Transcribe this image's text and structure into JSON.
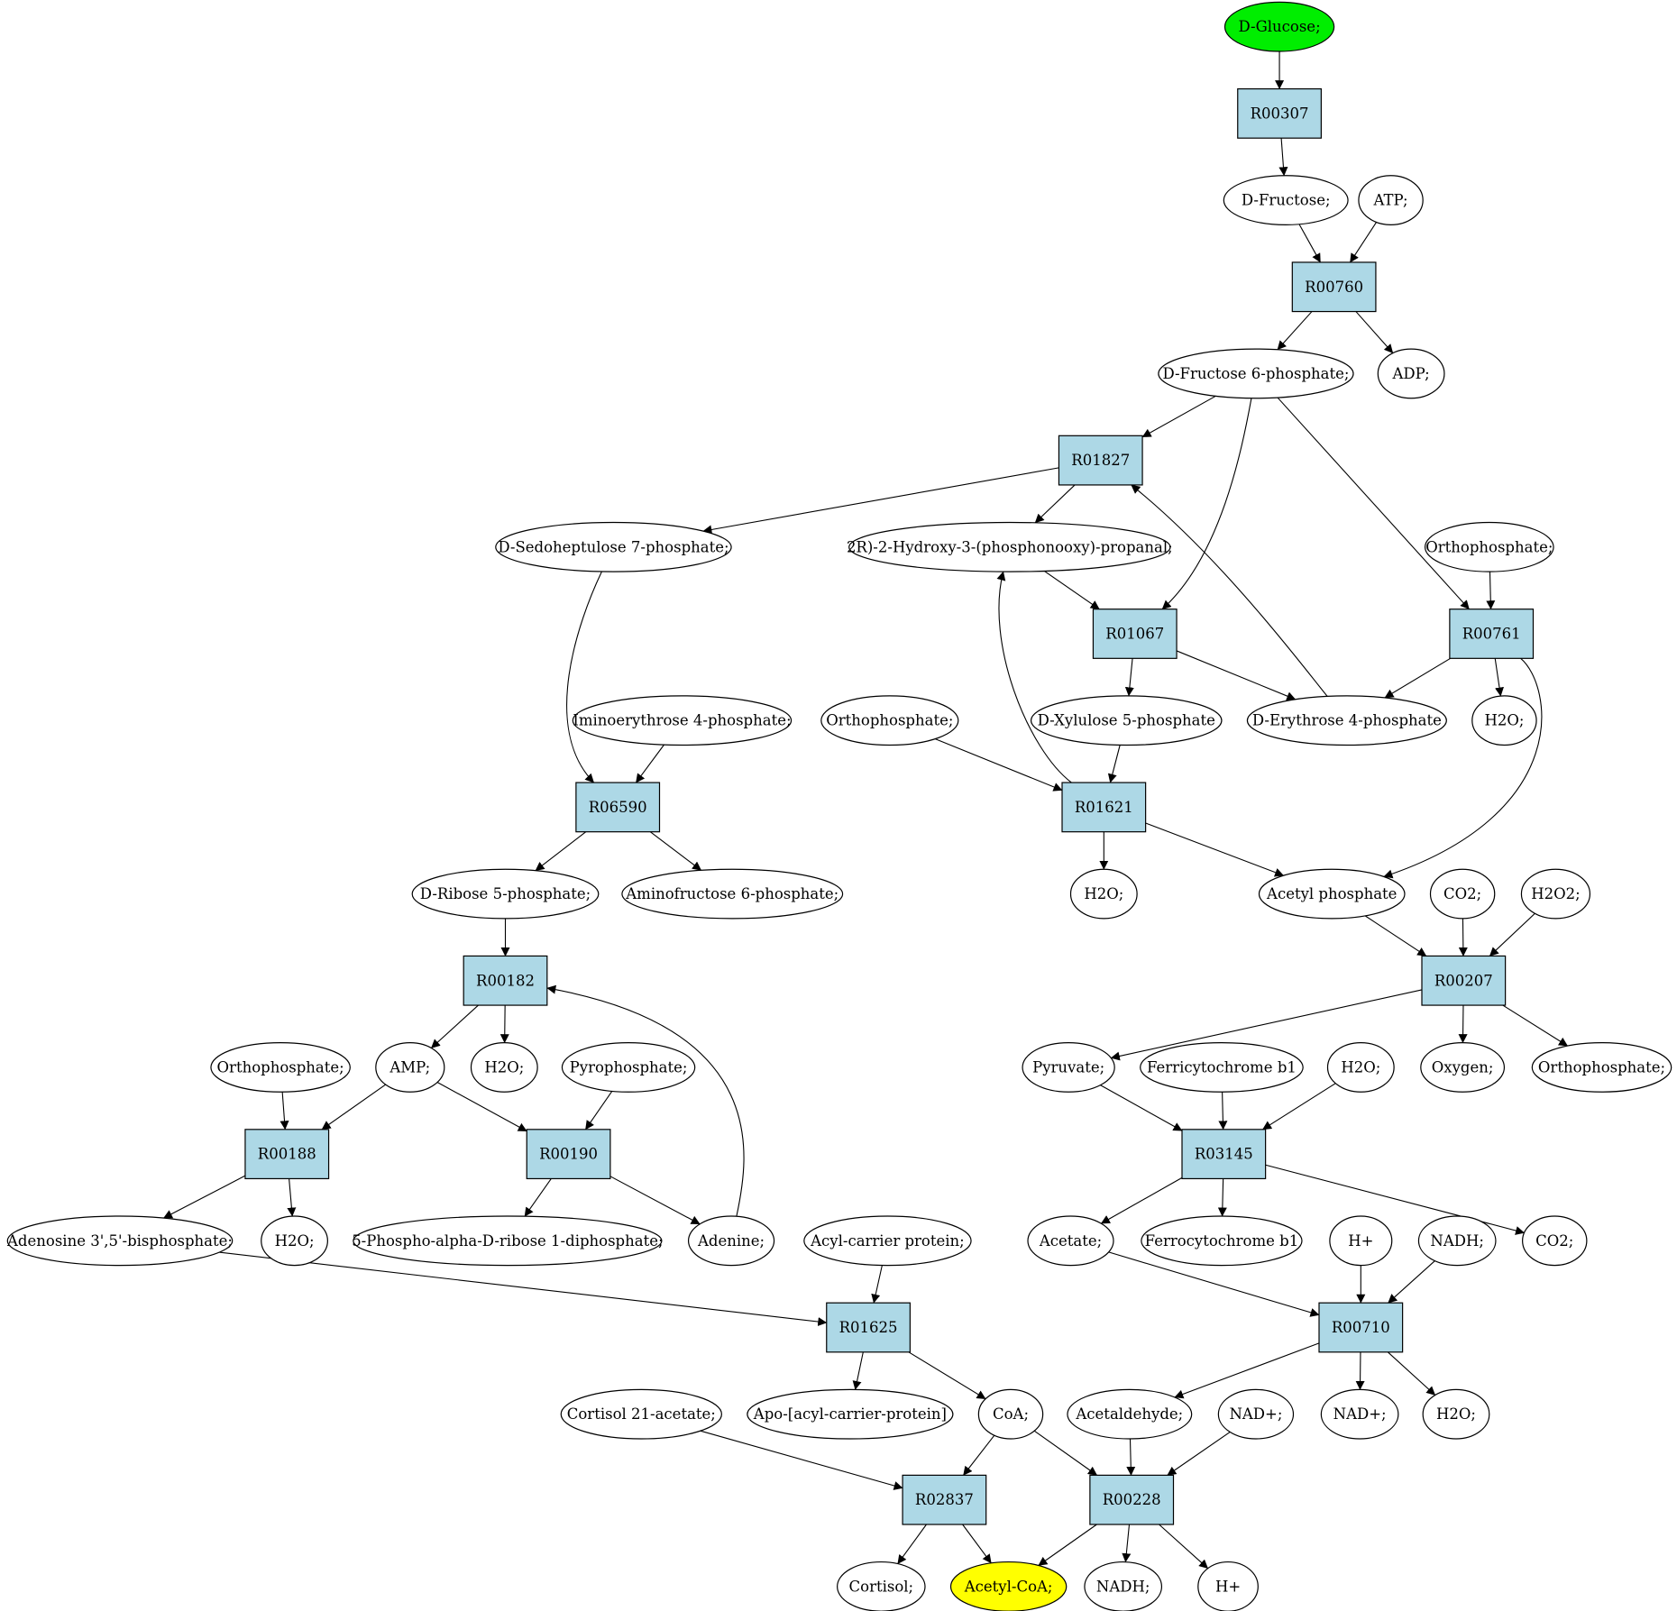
{
  "colors": {
    "reaction_fill": "#add8e6",
    "compound_fill": "#ffffff",
    "source_fill": "#00ee00",
    "target_fill": "#ffff00",
    "stroke": "#000000"
  },
  "nodes": {
    "glucose": {
      "label": "D-Glucose;",
      "kind": "compound",
      "role": "source"
    },
    "R00307": {
      "label": "R00307",
      "kind": "reaction"
    },
    "fructose": {
      "label": "D-Fructose;",
      "kind": "compound"
    },
    "atp": {
      "label": "ATP;",
      "kind": "compound"
    },
    "R00760": {
      "label": "R00760",
      "kind": "reaction"
    },
    "f6p": {
      "label": "D-Fructose 6-phosphate;",
      "kind": "compound"
    },
    "adp": {
      "label": "ADP;",
      "kind": "compound"
    },
    "R01827": {
      "label": "R01827",
      "kind": "reaction"
    },
    "s7p": {
      "label": "D-Sedoheptulose 7-phosphate;",
      "kind": "compound"
    },
    "g3p": {
      "label": "2R)-2-Hydroxy-3-(phosphonooxy)-propanal;",
      "kind": "compound"
    },
    "ortho_a": {
      "label": "Orthophosphate;",
      "kind": "compound"
    },
    "R01067": {
      "label": "R01067",
      "kind": "reaction"
    },
    "R00761": {
      "label": "R00761",
      "kind": "reaction"
    },
    "imino": {
      "label": "Iminoerythrose 4-phosphate;",
      "kind": "compound"
    },
    "ortho_b": {
      "label": "Orthophosphate;",
      "kind": "compound"
    },
    "x5p": {
      "label": "D-Xylulose 5-phosphate",
      "kind": "compound"
    },
    "e4p": {
      "label": "D-Erythrose 4-phosphate",
      "kind": "compound"
    },
    "h2o_a": {
      "label": "H2O;",
      "kind": "compound"
    },
    "R06590": {
      "label": "R06590",
      "kind": "reaction"
    },
    "R01621": {
      "label": "R01621",
      "kind": "reaction"
    },
    "r5p": {
      "label": "D-Ribose 5-phosphate;",
      "kind": "compound"
    },
    "amf6p": {
      "label": "Aminofructose 6-phosphate;",
      "kind": "compound"
    },
    "h2o_b": {
      "label": "H2O;",
      "kind": "compound"
    },
    "acetylp": {
      "label": "Acetyl phosphate",
      "kind": "compound"
    },
    "co2_a": {
      "label": "CO2;",
      "kind": "compound"
    },
    "h2o2": {
      "label": "H2O2;",
      "kind": "compound"
    },
    "R00182": {
      "label": "R00182",
      "kind": "reaction"
    },
    "R00207": {
      "label": "R00207",
      "kind": "reaction"
    },
    "ortho_c": {
      "label": "Orthophosphate;",
      "kind": "compound"
    },
    "amp": {
      "label": "AMP;",
      "kind": "compound"
    },
    "h2o_c": {
      "label": "H2O;",
      "kind": "compound"
    },
    "ppi": {
      "label": "Pyrophosphate;",
      "kind": "compound"
    },
    "pyruvate": {
      "label": "Pyruvate;",
      "kind": "compound"
    },
    "ferri": {
      "label": "Ferricytochrome b1",
      "kind": "compound"
    },
    "h2o_d": {
      "label": "H2O;",
      "kind": "compound"
    },
    "oxygen": {
      "label": "Oxygen;",
      "kind": "compound"
    },
    "ortho_d": {
      "label": "Orthophosphate;",
      "kind": "compound"
    },
    "R00188": {
      "label": "R00188",
      "kind": "reaction"
    },
    "R00190": {
      "label": "R00190",
      "kind": "reaction"
    },
    "R03145": {
      "label": "R03145",
      "kind": "reaction"
    },
    "pap": {
      "label": "Adenosine 3',5'-bisphosphate;",
      "kind": "compound"
    },
    "h2o_e": {
      "label": "H2O;",
      "kind": "compound"
    },
    "prpp": {
      "label": "5-Phospho-alpha-D-ribose 1-diphosphate;",
      "kind": "compound"
    },
    "adenine": {
      "label": "Adenine;",
      "kind": "compound"
    },
    "acp": {
      "label": "Acyl-carrier protein;",
      "kind": "compound"
    },
    "acetate": {
      "label": "Acetate;",
      "kind": "compound"
    },
    "ferro": {
      "label": "Ferrocytochrome b1",
      "kind": "compound"
    },
    "hplus_a": {
      "label": "H+",
      "kind": "compound"
    },
    "nadh_a": {
      "label": "NADH;",
      "kind": "compound"
    },
    "co2_b": {
      "label": "CO2;",
      "kind": "compound"
    },
    "R01625": {
      "label": "R01625",
      "kind": "reaction"
    },
    "R00710": {
      "label": "R00710",
      "kind": "reaction"
    },
    "cortac": {
      "label": "Cortisol 21-acetate;",
      "kind": "compound"
    },
    "apoacp": {
      "label": "Apo-[acyl-carrier-protein]",
      "kind": "compound"
    },
    "coa": {
      "label": "CoA;",
      "kind": "compound"
    },
    "acetald": {
      "label": "Acetaldehyde;",
      "kind": "compound"
    },
    "nadp_a": {
      "label": "NAD+;",
      "kind": "compound"
    },
    "nadp_b": {
      "label": "NAD+;",
      "kind": "compound"
    },
    "h2o_f": {
      "label": "H2O;",
      "kind": "compound"
    },
    "R02837": {
      "label": "R02837",
      "kind": "reaction"
    },
    "R00228": {
      "label": "R00228",
      "kind": "reaction"
    },
    "cortisol": {
      "label": "Cortisol;",
      "kind": "compound"
    },
    "acetylcoa": {
      "label": "Acetyl-CoA;",
      "kind": "compound",
      "role": "target"
    },
    "nadh_b": {
      "label": "NADH;",
      "kind": "compound"
    },
    "hplus_b": {
      "label": "H+",
      "kind": "compound"
    }
  },
  "edges": [
    [
      "glucose",
      "R00307"
    ],
    [
      "R00307",
      "fructose"
    ],
    [
      "fructose",
      "R00760"
    ],
    [
      "atp",
      "R00760"
    ],
    [
      "R00760",
      "f6p"
    ],
    [
      "R00760",
      "adp"
    ],
    [
      "f6p",
      "R01827"
    ],
    [
      "f6p",
      "R01067"
    ],
    [
      "f6p",
      "R00761"
    ],
    [
      "R01827",
      "s7p"
    ],
    [
      "R01827",
      "g3p"
    ],
    [
      "e4p",
      "R01827"
    ],
    [
      "g3p",
      "R01067"
    ],
    [
      "R01067",
      "x5p"
    ],
    [
      "R01067",
      "e4p"
    ],
    [
      "ortho_a",
      "R00761"
    ],
    [
      "R00761",
      "e4p"
    ],
    [
      "R00761",
      "h2o_a"
    ],
    [
      "R00761",
      "acetylp"
    ],
    [
      "s7p",
      "R06590"
    ],
    [
      "imino",
      "R06590"
    ],
    [
      "R06590",
      "r5p"
    ],
    [
      "R06590",
      "amf6p"
    ],
    [
      "ortho_b",
      "R01621"
    ],
    [
      "x5p",
      "R01621"
    ],
    [
      "R01621",
      "g3p"
    ],
    [
      "R01621",
      "h2o_b"
    ],
    [
      "R01621",
      "acetylp"
    ],
    [
      "r5p",
      "R00182"
    ],
    [
      "adenine",
      "R00182"
    ],
    [
      "R00182",
      "amp"
    ],
    [
      "R00182",
      "h2o_c"
    ],
    [
      "acetylp",
      "R00207"
    ],
    [
      "co2_a",
      "R00207"
    ],
    [
      "h2o2",
      "R00207"
    ],
    [
      "R00207",
      "pyruvate"
    ],
    [
      "R00207",
      "oxygen"
    ],
    [
      "R00207",
      "ortho_d"
    ],
    [
      "ortho_c",
      "R00188"
    ],
    [
      "amp",
      "R00188"
    ],
    [
      "amp",
      "R00190"
    ],
    [
      "ppi",
      "R00190"
    ],
    [
      "R00188",
      "pap"
    ],
    [
      "R00188",
      "h2o_e"
    ],
    [
      "R00190",
      "prpp"
    ],
    [
      "R00190",
      "adenine"
    ],
    [
      "pyruvate",
      "R03145"
    ],
    [
      "ferri",
      "R03145"
    ],
    [
      "h2o_d",
      "R03145"
    ],
    [
      "R03145",
      "acetate"
    ],
    [
      "R03145",
      "ferro"
    ],
    [
      "R03145",
      "co2_b"
    ],
    [
      "pap",
      "R01625"
    ],
    [
      "acp",
      "R01625"
    ],
    [
      "R01625",
      "apoacp"
    ],
    [
      "R01625",
      "coa"
    ],
    [
      "acetate",
      "R00710"
    ],
    [
      "hplus_a",
      "R00710"
    ],
    [
      "nadh_a",
      "R00710"
    ],
    [
      "R00710",
      "acetald"
    ],
    [
      "R00710",
      "nadp_b"
    ],
    [
      "R00710",
      "h2o_f"
    ],
    [
      "cortac",
      "R02837"
    ],
    [
      "coa",
      "R02837"
    ],
    [
      "coa",
      "R00228"
    ],
    [
      "acetald",
      "R00228"
    ],
    [
      "nadp_a",
      "R00228"
    ],
    [
      "R02837",
      "cortisol"
    ],
    [
      "R02837",
      "acetylcoa"
    ],
    [
      "R00228",
      "acetylcoa"
    ],
    [
      "R00228",
      "nadh_b"
    ],
    [
      "R00228",
      "hplus_b"
    ]
  ]
}
